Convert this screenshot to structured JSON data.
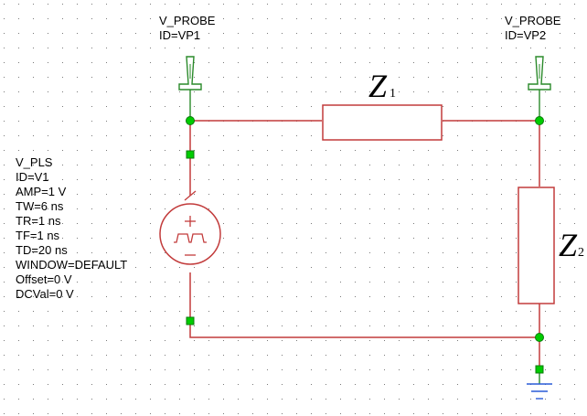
{
  "colors": {
    "wire": "#c23b3b",
    "probe": "#2a8a2a",
    "node": "#00cc00",
    "node_stroke": "#0a7a0a",
    "grid": "#7a7a7a"
  },
  "probe1": {
    "type": "V_PROBE",
    "id": "ID=VP1"
  },
  "probe2": {
    "type": "V_PROBE",
    "id": "ID=VP2"
  },
  "z1": {
    "letter": "Z",
    "sub": "1"
  },
  "z2": {
    "letter": "Z",
    "sub": "2"
  },
  "source": {
    "type": "V_PLS",
    "params": [
      "ID=V1",
      "AMP=1 V",
      "TW=6 ns",
      "TR=1 ns",
      "TF=1 ns",
      "TD=20 ns",
      "WINDOW=DEFAULT",
      "Offset=0 V",
      "DCVal=0 V"
    ]
  },
  "icons": {
    "probe": "voltage-probe-icon",
    "source": "pulse-source-icon",
    "ground": "ground-icon"
  }
}
